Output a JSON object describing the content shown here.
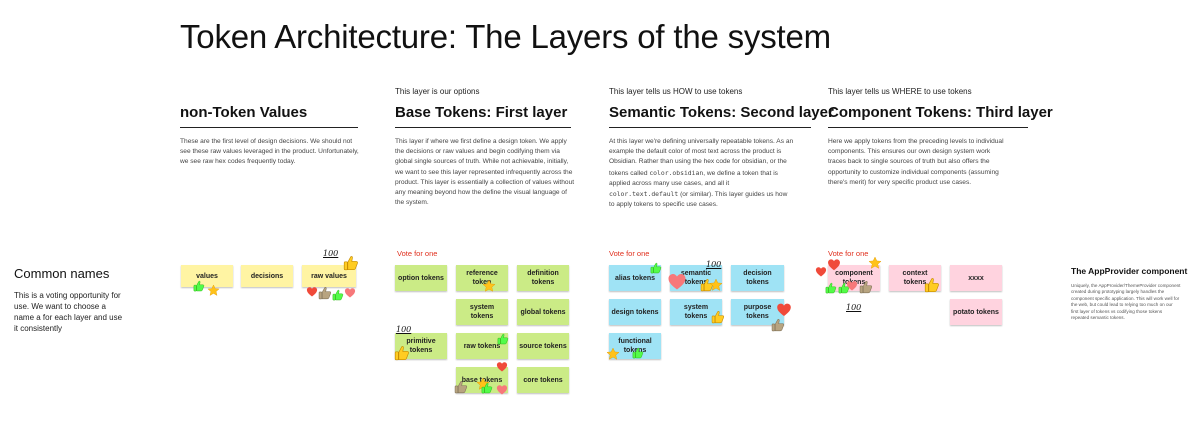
{
  "title": "Token Architecture: The Layers of the system",
  "side": {
    "heading": "Common names",
    "description": "This is a voting opportunity for use. We want to choose a name a for each layer and use it consistently"
  },
  "columns": [
    {
      "note": "",
      "heading": "non-Token Values",
      "description": "These are the first level of design decisions. We should not see these raw values leveraged in the product. Unfortunately, we see raw hex codes frequently today.",
      "vote": "",
      "stickies": [
        "values",
        "decisions",
        "raw values"
      ]
    },
    {
      "note": "This layer is our options",
      "heading": "Base Tokens: First layer",
      "description": "This layer if where we first define a design token. We apply the decisions or raw values and begin codifying them via global single sources of truth. While not achievable, initially, we want to see this layer represented infrequently across the product. This layer is essentially a collection of values without any meaning beyond how the define the visual language of the system.",
      "vote": "Vote for one",
      "stickies": [
        "option tokens",
        "reference token",
        "definition tokens",
        "system tokens",
        "global tokens",
        "primitive tokens",
        "raw tokens",
        "source tokens",
        "base tokens",
        "core tokens"
      ]
    },
    {
      "note": "This layer tells us HOW to use tokens",
      "heading": "Semantic Tokens: Second layer",
      "description_parts": [
        "At this layer we're defining universally repeatable tokens. As an example the default color of most text across the product is Obsidian. Rather than using the hex code for obsidian, or the tokens called ",
        "color.obsidian",
        ", we define a token that is applied across many use cases, and all it ",
        "color.text.default",
        " (or similar). This layer guides us how to apply tokens to specific use cases."
      ],
      "vote": "Vote for one",
      "stickies": [
        "alias tokens",
        "semantic tokens",
        "decision tokens",
        "design tokens",
        "system tokens",
        "purpose tokens",
        "functional tokens"
      ]
    },
    {
      "note": "This layer tells us WHERE to use tokens",
      "heading": "Component Tokens: Third layer",
      "description": "Here we apply tokens from the preceding levels to individual components. This ensures our own design system work traces back to single sources of truth but also offers the opportunity to customize individual components (assuming there's merit) for very specific product use cases.",
      "vote": "Vote for one",
      "stickies": [
        "component tokens",
        "context tokens",
        "xxxx",
        "potato tokens"
      ]
    }
  ],
  "app_provider": {
    "heading": "The AppProvider component",
    "description": "Uniquely, the AppProvider/ThemeProvider component created during prototyping largely handles the component specific application. This will work well for the web, but could lead to relying too much on our first layer of tokens vs codifying those tokens repeated semantic tokens."
  },
  "reactions": {
    "hundred": "100"
  },
  "colors": {
    "sticky_yellow": "#fff4a3",
    "sticky_green": "#cbeb86",
    "sticky_blue": "#9fe3f5",
    "sticky_pink": "#ffd3df",
    "vote_red": "#e0301e"
  }
}
